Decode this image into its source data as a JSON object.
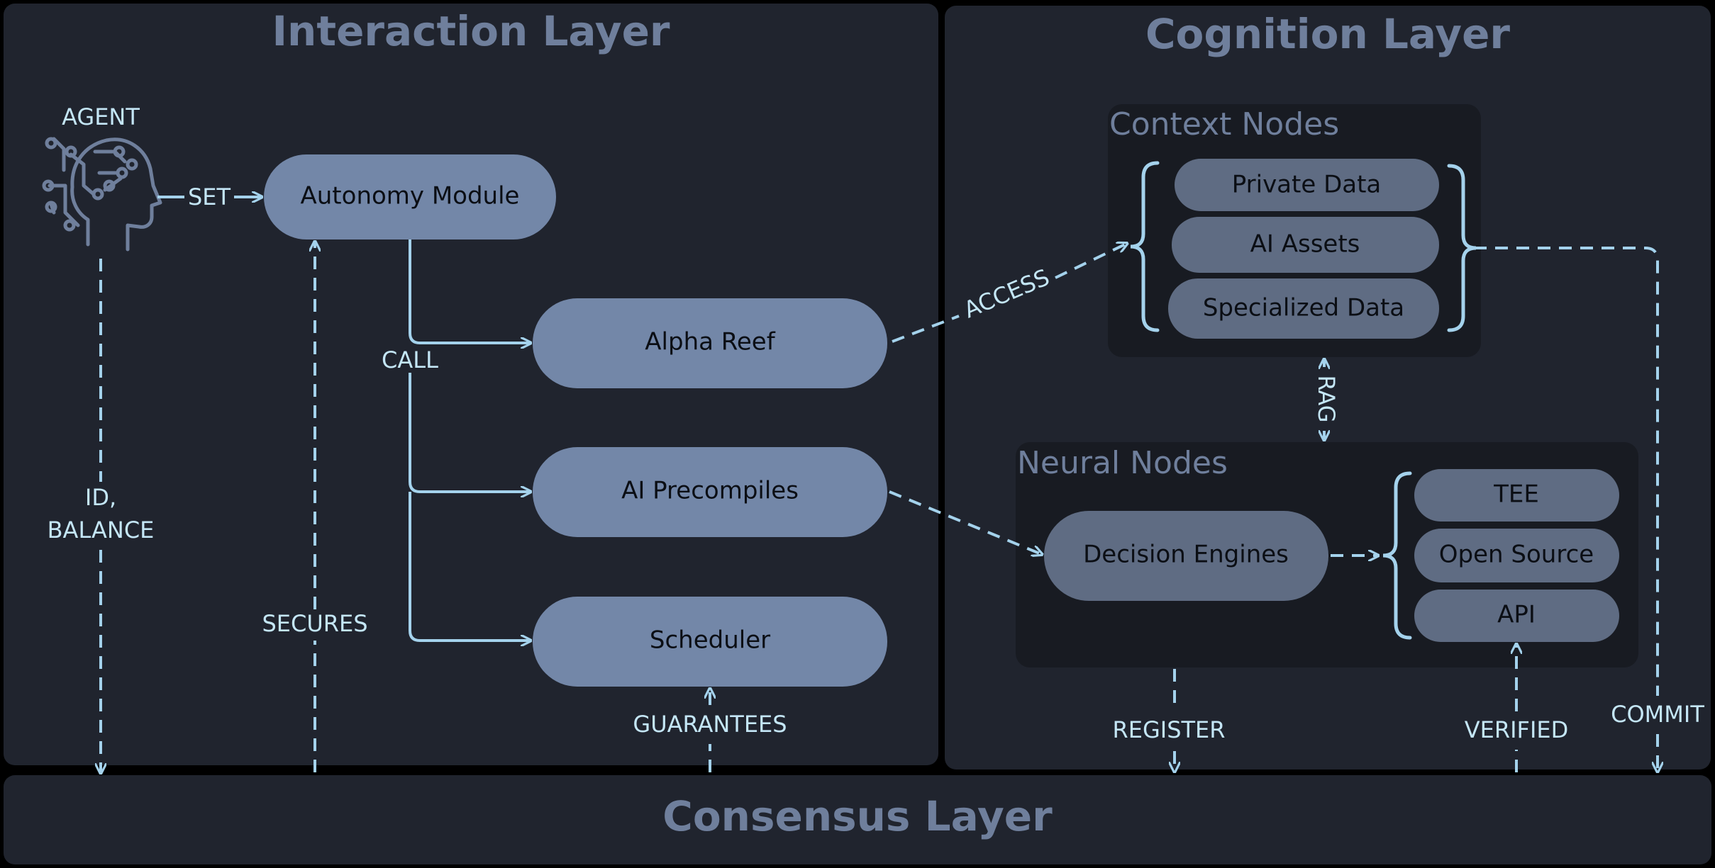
{
  "layers": {
    "interaction": "Interaction Layer",
    "cognition": "Cognition Layer",
    "consensus": "Consensus Layer"
  },
  "agent": {
    "label": "AGENT",
    "icon": "ai-head-circuit-icon"
  },
  "nodes": {
    "autonomy": "Autonomy Module",
    "alpha_reef": "Alpha Reef",
    "ai_precompiles": "AI Precompiles",
    "scheduler": "Scheduler",
    "private_data": "Private Data",
    "ai_assets": "AI Assets",
    "specialized_data": "Specialized Data",
    "decision_engines": "Decision Engines",
    "tee": "TEE",
    "open_source": "Open Source",
    "api": "API"
  },
  "groups": {
    "context_nodes": "Context Nodes",
    "neural_nodes": "Neural Nodes"
  },
  "edges": {
    "set": "SET",
    "call": "CALL",
    "id": "ID,",
    "balance": "BALANCE",
    "secures": "SECURES",
    "guarantees": "GUARANTEES",
    "access": "ACCESS",
    "rag": "RAG",
    "register": "REGISTER",
    "verified": "VERIFIED",
    "commit": "COMMIT"
  },
  "colors": {
    "background": "#000000",
    "layer_panel": "#20242e",
    "group_panel": "#181b22",
    "node_primary": "#7387a8",
    "node_secondary": "#5f6c83",
    "title": "#6f7f9c",
    "connector": "#a4d2ec"
  }
}
